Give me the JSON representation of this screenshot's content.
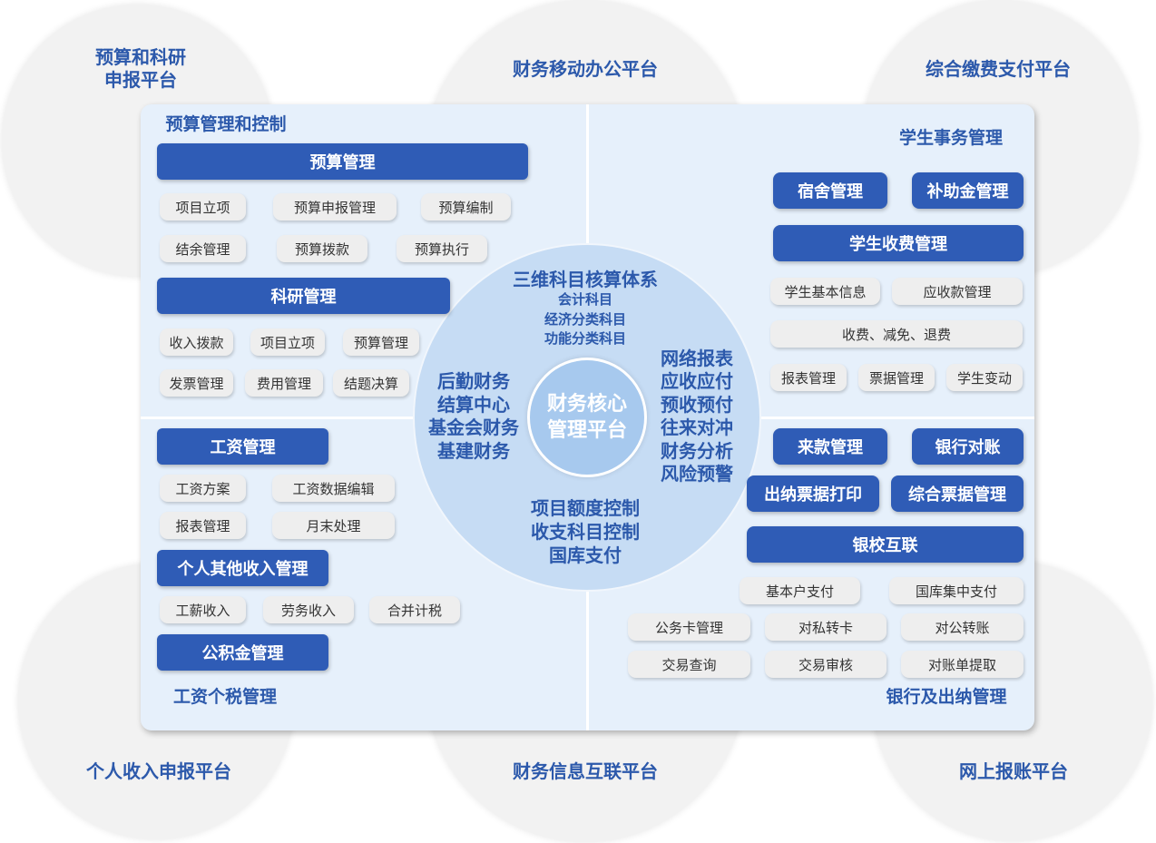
{
  "outer_platforms": {
    "budget_research": {
      "line1": "预算和科研",
      "line2": "申报平台"
    },
    "mobile_office": "财务移动办公平台",
    "payment": "综合缴费支付平台",
    "personal_income": "个人收入申报平台",
    "info_interconnect": "财务信息互联平台",
    "online_reimbursement": "网上报账平台"
  },
  "core": {
    "title": {
      "line1": "财务核心",
      "line2": "管理平台"
    },
    "accounting_system": {
      "title": "三维科目核算体系",
      "items": [
        "会计科目",
        "经济分类科目",
        "功能分类科目"
      ]
    },
    "left_items": [
      "后勤财务",
      "结算中心",
      "基金会财务",
      "基建财务"
    ],
    "right_items": [
      "网络报表",
      "应收应付",
      "预收预付",
      "往来对冲",
      "财务分析",
      "风险预警"
    ],
    "bottom_items": [
      "项目额度控制",
      "收支科目控制",
      "国库支付"
    ]
  },
  "budget_quadrant": {
    "heading": "预算管理和控制",
    "budget_bar": "预算管理",
    "budget_items": [
      "项目立项",
      "预算申报管理",
      "预算编制",
      "结余管理",
      "预算拨款",
      "预算执行"
    ],
    "research_bar": "科研管理",
    "research_items": [
      "收入拨款",
      "项目立项",
      "预算管理",
      "发票管理",
      "费用管理",
      "结题决算"
    ]
  },
  "salary_quadrant": {
    "salary_bar": "工资管理",
    "salary_items": [
      "工资方案",
      "工资数据编辑",
      "报表管理",
      "月末处理"
    ],
    "other_income_bar": "个人其他收入管理",
    "other_income_items": [
      "工薪收入",
      "劳务收入",
      "合并计税"
    ],
    "housing_fund_bar": "公积金管理",
    "footer": "工资个税管理"
  },
  "student_quadrant": {
    "heading": "学生事务管理",
    "dorm_box": "宿舍管理",
    "subsidy_box": "补助金管理",
    "fee_bar": "学生收费管理",
    "fee_items": [
      "学生基本信息",
      "应收款管理",
      "收费、减免、退费",
      "报表管理",
      "票据管理",
      "学生变动"
    ]
  },
  "bank_quadrant": {
    "receipts_box": "来款管理",
    "reconciliation_box": "银行对账",
    "cashier_print_box": "出纳票据打印",
    "invoice_box": "综合票据管理",
    "bank_school_bar": "银校互联",
    "bank_items": [
      "基本户支付",
      "国库集中支付",
      "公务卡管理",
      "对私转卡",
      "对公转账",
      "交易查询",
      "交易审核",
      "对账单提取"
    ],
    "footer": "银行及出纳管理"
  },
  "colors": {
    "primary_blue": "#2f5cb6",
    "text_blue": "#2c59ab",
    "panel_bg": "#e6f0fb",
    "core_ring": "#c6dcf4",
    "core_center": "#a7c9ee",
    "pill_bg": "#eeeeee",
    "platform_circle": "#f2f2f2"
  }
}
